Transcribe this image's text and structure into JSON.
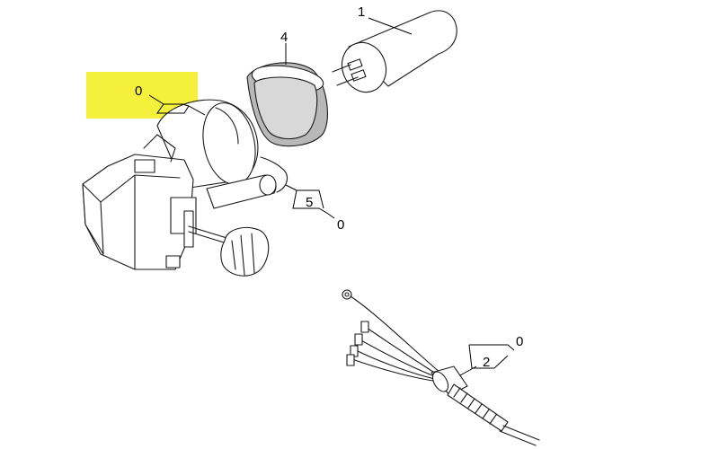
{
  "diagram": {
    "highlight_color": "#f5f03c",
    "callouts": {
      "c1": "1",
      "c4": "4",
      "c0_top": "0",
      "c5": "5",
      "c0_mid": "0",
      "c2": "2",
      "c0_bot": "0"
    },
    "parts": [
      {
        "id": "motor-assembly",
        "callout": "0"
      },
      {
        "id": "capacitor",
        "callout": "1"
      },
      {
        "id": "clamp-ring",
        "callout": "4"
      },
      {
        "id": "seal-gasket",
        "callout": "5"
      },
      {
        "id": "cable-harness",
        "callout": "2"
      }
    ]
  }
}
